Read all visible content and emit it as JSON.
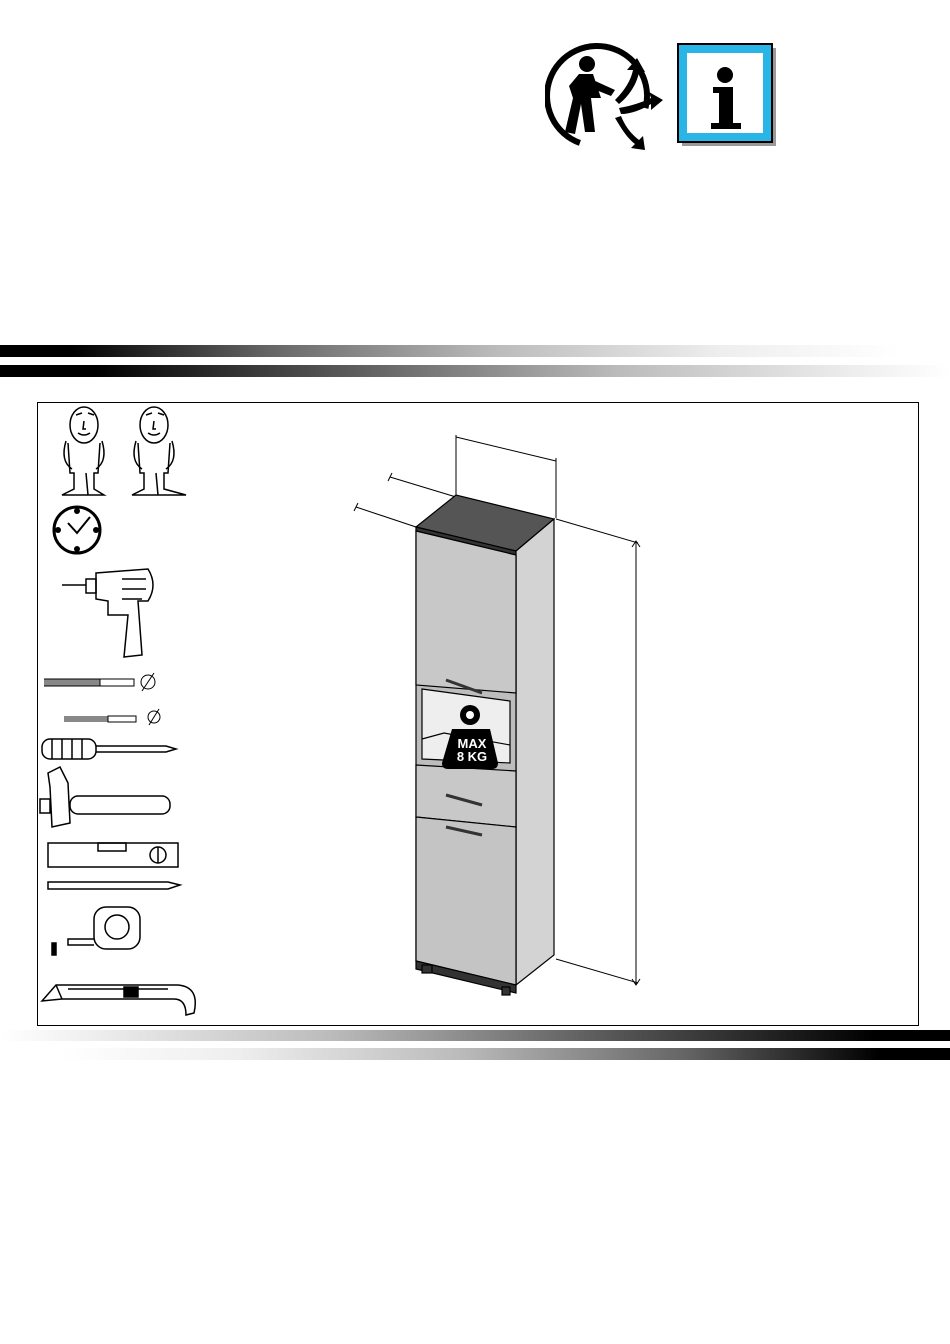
{
  "header": {
    "recycle_icon": "triman-recycle-icon",
    "info_icon": "information-icon",
    "info_glyph": "i",
    "info_color": "#29b6e6"
  },
  "tools": {
    "icons": [
      "two-persons-icon",
      "clock-icon",
      "drill-icon",
      "drill-bit-icon",
      "drill-bit-small-icon",
      "screwdriver-icon",
      "hammer-icon",
      "spirit-level-icon",
      "pencil-icon",
      "tape-measure-icon",
      "utility-knife-icon"
    ]
  },
  "product": {
    "weight_label_line1": "MAX",
    "weight_label_line2": "8 KG"
  }
}
